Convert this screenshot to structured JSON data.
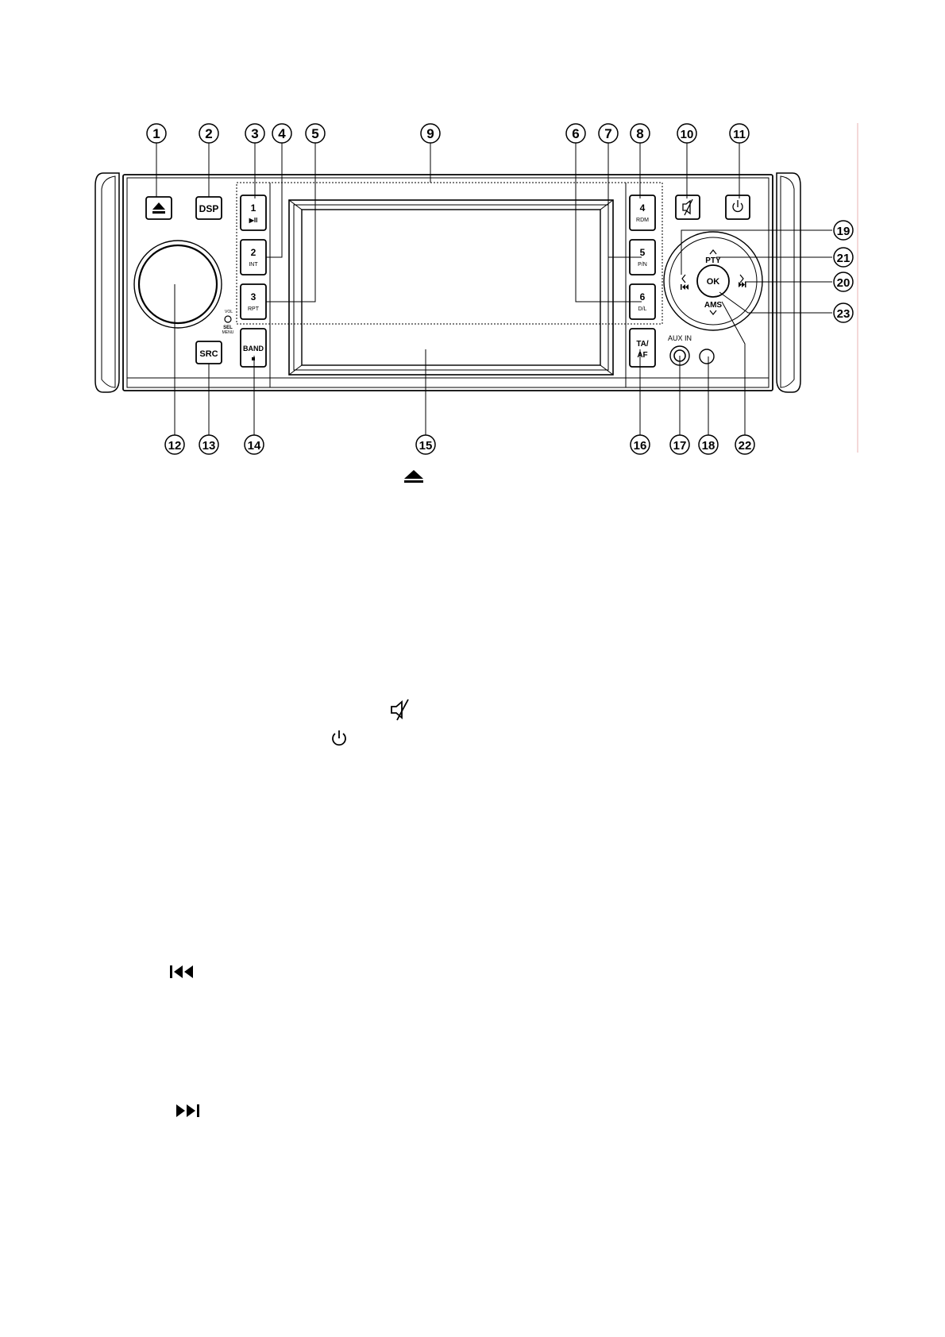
{
  "callouts": {
    "c1": "1",
    "c2": "2",
    "c3": "3",
    "c4": "4",
    "c5": "5",
    "c6": "6",
    "c7": "7",
    "c8": "8",
    "c9": "9",
    "c10": "10",
    "c11": "11",
    "c12": "12",
    "c13": "13",
    "c14": "14",
    "c15": "15",
    "c16": "16",
    "c17": "17",
    "c18": "18",
    "c19": "19",
    "c20": "20",
    "c21": "21",
    "c22": "22",
    "c23": "23"
  },
  "buttons": {
    "dsp": "DSP",
    "src": "SRC",
    "band": "BAND",
    "ok": "OK",
    "pty": "PTY",
    "ams": "AMS",
    "aux_in": "AUX IN",
    "preset1_num": "1",
    "preset1_sub": "▶II",
    "preset2_num": "2",
    "preset2_sub": "INT",
    "preset3_num": "3",
    "preset3_sub": "RPT",
    "preset4_num": "4",
    "preset4_sub": "RDM",
    "preset5_num": "5",
    "preset5_sub": "P/N",
    "preset6_num": "6",
    "preset6_sub": "D/L",
    "ta_line1": "TA/",
    "ta_line2": "AF",
    "knob_vol": "VOL",
    "knob_sel": "SEL",
    "knob_menu": "MENU"
  },
  "icons": {
    "eject": "eject-icon",
    "mute": "mute-icon",
    "power": "power-icon",
    "prev": "previous-track-icon",
    "next": "next-track-icon"
  }
}
